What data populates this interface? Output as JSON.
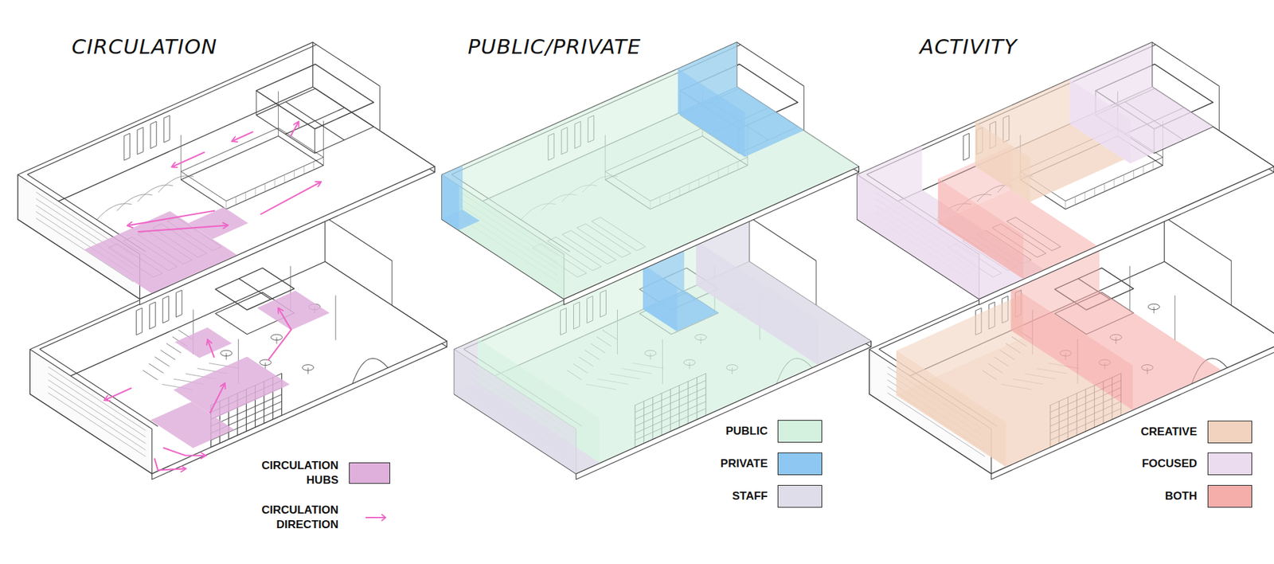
{
  "diagram": {
    "labels": [
      "CIRCULATION",
      "PUBLIC/PRIVATE",
      "ACTIVITY"
    ],
    "legend": [
      {
        "text": "CIRCULATION HUBS",
        "color": "#dfb0dc"
      },
      {
        "text": "CIRCULATION DIRECTION"
      },
      {
        "text": "PUBLIC",
        "color": "#d4f0df"
      },
      {
        "text": "PRIVATE",
        "color": "#8ec8f2"
      },
      {
        "text": "STAFF",
        "color": "#dedde9"
      },
      {
        "text": "CREATIVE",
        "color": "#f2d3bf"
      },
      {
        "text": "FOCUSED",
        "color": "#ecdcef"
      },
      {
        "text": "BOTH",
        "color": "#f5aeaa"
      }
    ]
  }
}
